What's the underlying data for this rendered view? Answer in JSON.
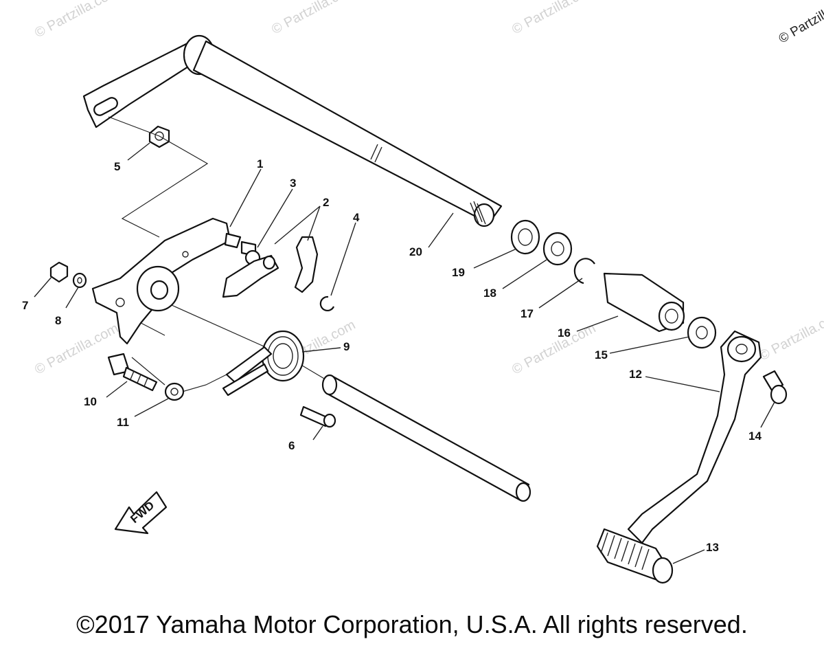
{
  "watermark": {
    "text": "© Partzilla.com",
    "corner_text": "© Partzilla"
  },
  "footer": {
    "copyright": "©2017 Yamaha Motor Corporation, U.S.A. All rights reserved."
  },
  "fwd_label": "FWD",
  "callouts": {
    "c1": "1",
    "c2": "2",
    "c3": "3",
    "c4": "4",
    "c5": "5",
    "c6": "6",
    "c7": "7",
    "c8": "8",
    "c9": "9",
    "c10": "10",
    "c11": "11",
    "c12": "12",
    "c13": "13",
    "c14": "14",
    "c15": "15",
    "c16": "16",
    "c17": "17",
    "c18": "18",
    "c19": "19",
    "c20": "20"
  }
}
